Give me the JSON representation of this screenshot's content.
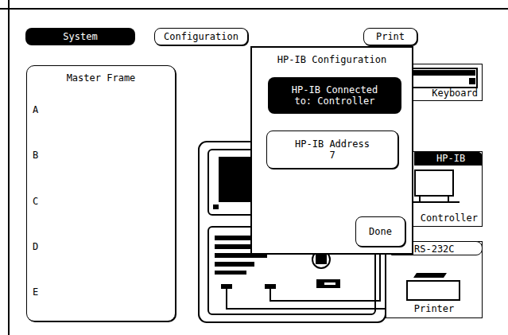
{
  "diagram": {
    "nodes": [
      {
        "text": [
          "System"
        ]
      },
      {
        "text": [
          "Configuration"
        ]
      },
      {
        "text": [
          "Print"
        ]
      },
      {
        "text": [
          "Master Frame"
        ]
      },
      {
        "text": [
          "HP-IB Configuration"
        ]
      },
      {
        "text": [
          "HP-IB Connected to: Controller"
        ],
        "in": 4
      },
      {
        "text": [
          "HP-IB Address",
          "7"
        ],
        "in": 4
      },
      {
        "text": [
          "Done"
        ],
        "in": 4
      },
      {
        "text": [
          "Keyboard"
        ]
      },
      {
        "text": [
          "HP-IB",
          "Controller"
        ]
      },
      {
        "text": [
          "RS-232C",
          "Printer"
        ]
      }
    ],
    "labels": [
      "A",
      "B",
      "C",
      "D",
      "E"
    ]
  }
}
